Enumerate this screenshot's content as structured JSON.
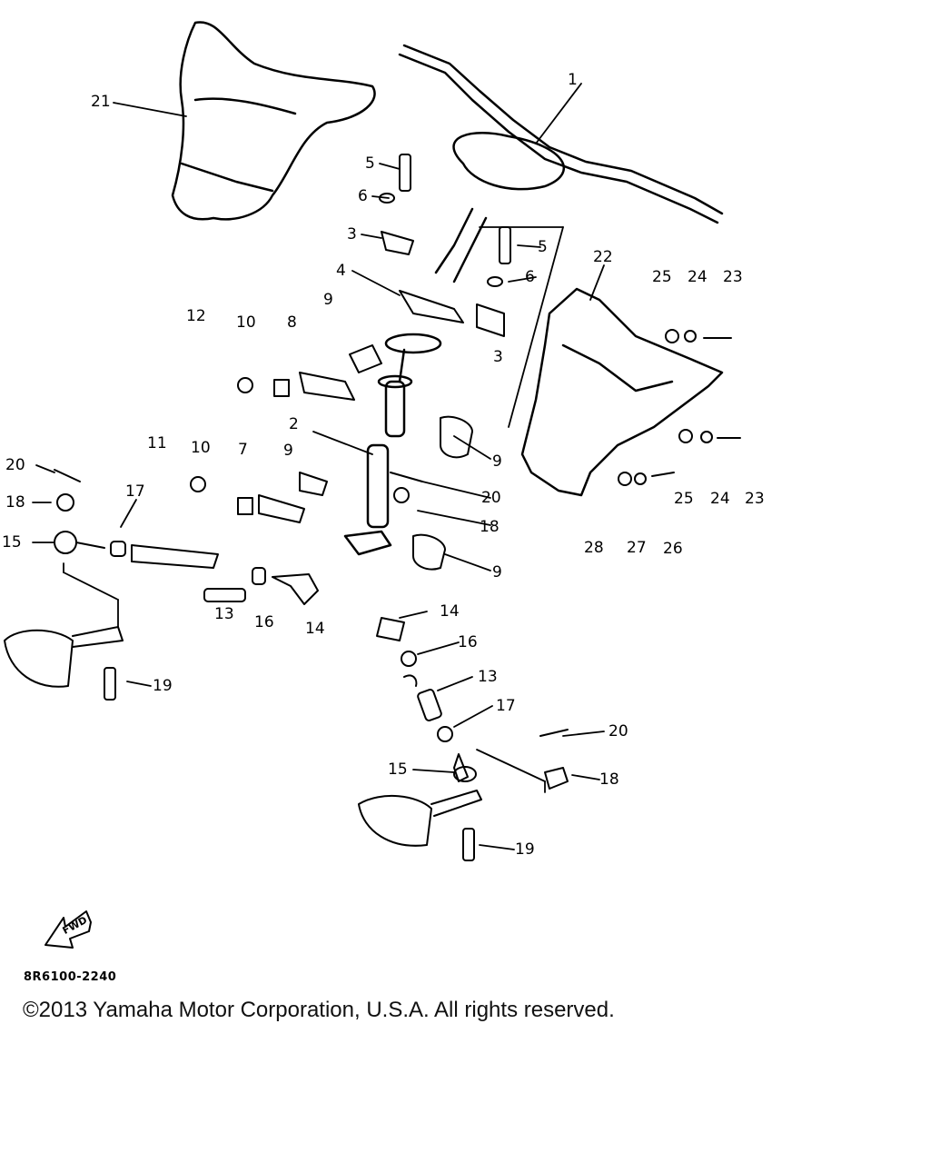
{
  "diagram": {
    "callouts": [
      "1",
      "21",
      "5",
      "6",
      "3",
      "5",
      "6",
      "4",
      "3",
      "22",
      "25",
      "24",
      "23",
      "12",
      "10",
      "8",
      "9",
      "2",
      "9",
      "11",
      "10",
      "7",
      "9",
      "20",
      "18",
      "17",
      "15",
      "20",
      "18",
      "9",
      "13",
      "16",
      "14",
      "14",
      "16",
      "13",
      "17",
      "20",
      "15",
      "18",
      "19",
      "19",
      "25",
      "24",
      "23",
      "28",
      "27",
      "26"
    ],
    "fwd_label": "FWD",
    "diagram_code": "8R6100-2240"
  },
  "footer": {
    "copyright": "©2013 Yamaha Motor Corporation, U.S.A. All rights reserved."
  }
}
